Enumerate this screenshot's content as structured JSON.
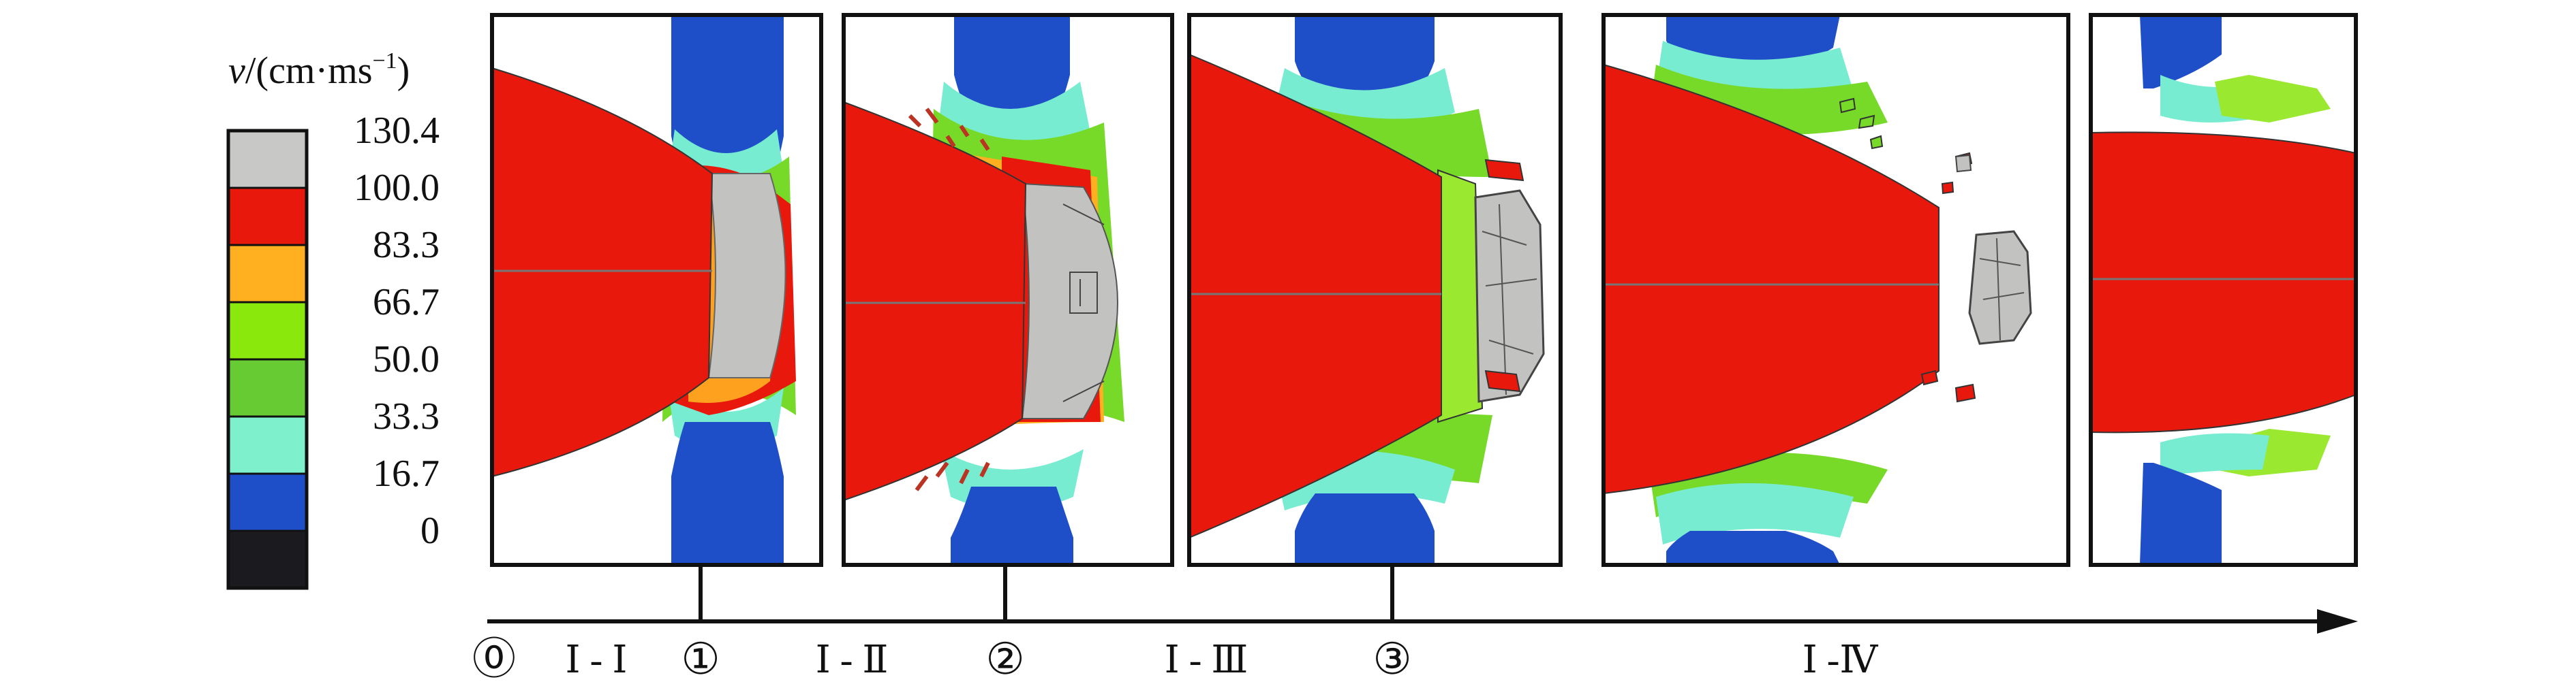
{
  "legend": {
    "title_var": "v",
    "title_units": "/(cm·ms",
    "title_exp": "−1",
    "title_close": ")",
    "levels": [
      "130.4",
      "100.0",
      "83.3",
      "66.7",
      "50.0",
      "33.3",
      "16.7",
      "0"
    ],
    "colors": [
      "#c8c8c6",
      "#e8190c",
      "#ffb020",
      "#8be80c",
      "#67cc33",
      "#7ef0cc",
      "#1f4fc8",
      "#1a1a1f"
    ]
  },
  "palette": {
    "red": "#e8190c",
    "gray": "#bfbfbd",
    "cyan": "#78ecd0",
    "green": "#77d928",
    "green_light": "#9be830",
    "orange": "#ffb020",
    "blue": "#1f4fc8"
  },
  "timeline": {
    "labels": [
      "⓪",
      "Ⅰ - Ⅰ",
      "①",
      "Ⅰ - Ⅱ",
      "②",
      "Ⅰ - Ⅲ",
      "③",
      "Ⅰ -Ⅳ"
    ]
  }
}
